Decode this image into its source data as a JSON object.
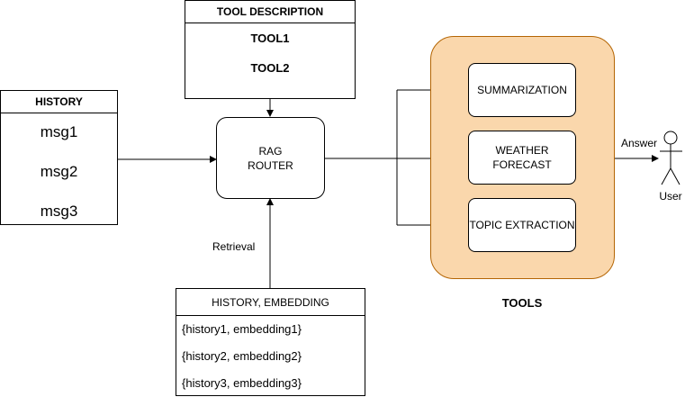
{
  "tool_description": {
    "title": "TOOL DESCRIPTION",
    "items": [
      "TOOL1",
      "TOOL2"
    ]
  },
  "history": {
    "title": "HISTORY",
    "items": [
      "msg1",
      "msg2",
      "msg3"
    ]
  },
  "router": {
    "line1": "RAG",
    "line2": "ROUTER"
  },
  "retrieval_label": "Retrieval",
  "store": {
    "title": "HISTORY, EMBEDDING",
    "rows": [
      "{history1, embedding1}",
      "{history2, embedding2}",
      "{history3, embedding3}"
    ]
  },
  "tools": {
    "label": "TOOLS",
    "items": [
      {
        "lines": [
          "SUMMARIZATION"
        ]
      },
      {
        "lines": [
          "WEATHER",
          "FORECAST"
        ]
      },
      {
        "lines": [
          "TOPIC EXTRACTION"
        ]
      }
    ],
    "fill_color": "#fad7ac",
    "border_color": "#b46504"
  },
  "answer_label": "Answer",
  "user_label": "User"
}
